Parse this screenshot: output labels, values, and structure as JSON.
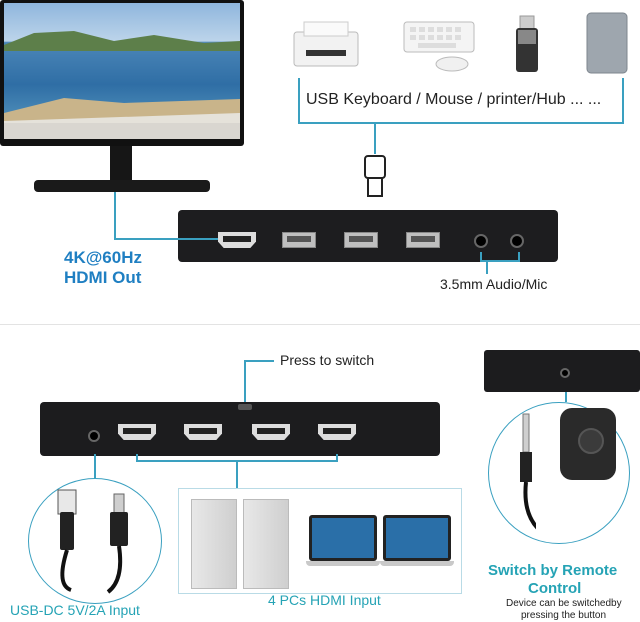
{
  "top": {
    "peripherals_label": "USB Keyboard / Mouse / printer/Hub ... ...",
    "hdmi_out_line1": "4K@60Hz",
    "hdmi_out_line2": "HDMI Out",
    "audio_label": "3.5mm Audio/Mic"
  },
  "bottom": {
    "press_label": "Press to switch",
    "usb_dc_label": "USB-DC 5V/2A Input",
    "pcs_label": "4 PCs HDMI Input",
    "remote_title_line1": "Switch by Remote",
    "remote_title_line2": "Control",
    "remote_note_line1": "Device can be switchedby",
    "remote_note_line2": "pressing the button"
  },
  "colors": {
    "accent_blue": "#1f7fc2",
    "accent_teal": "#25a3b5"
  },
  "icons": [
    "monitor",
    "printer",
    "keyboard",
    "mouse",
    "usb-drive",
    "hard-drive",
    "usb-plug",
    "dc-barrel-plug",
    "audio-jack",
    "remote-button",
    "pc-tower",
    "laptop"
  ]
}
